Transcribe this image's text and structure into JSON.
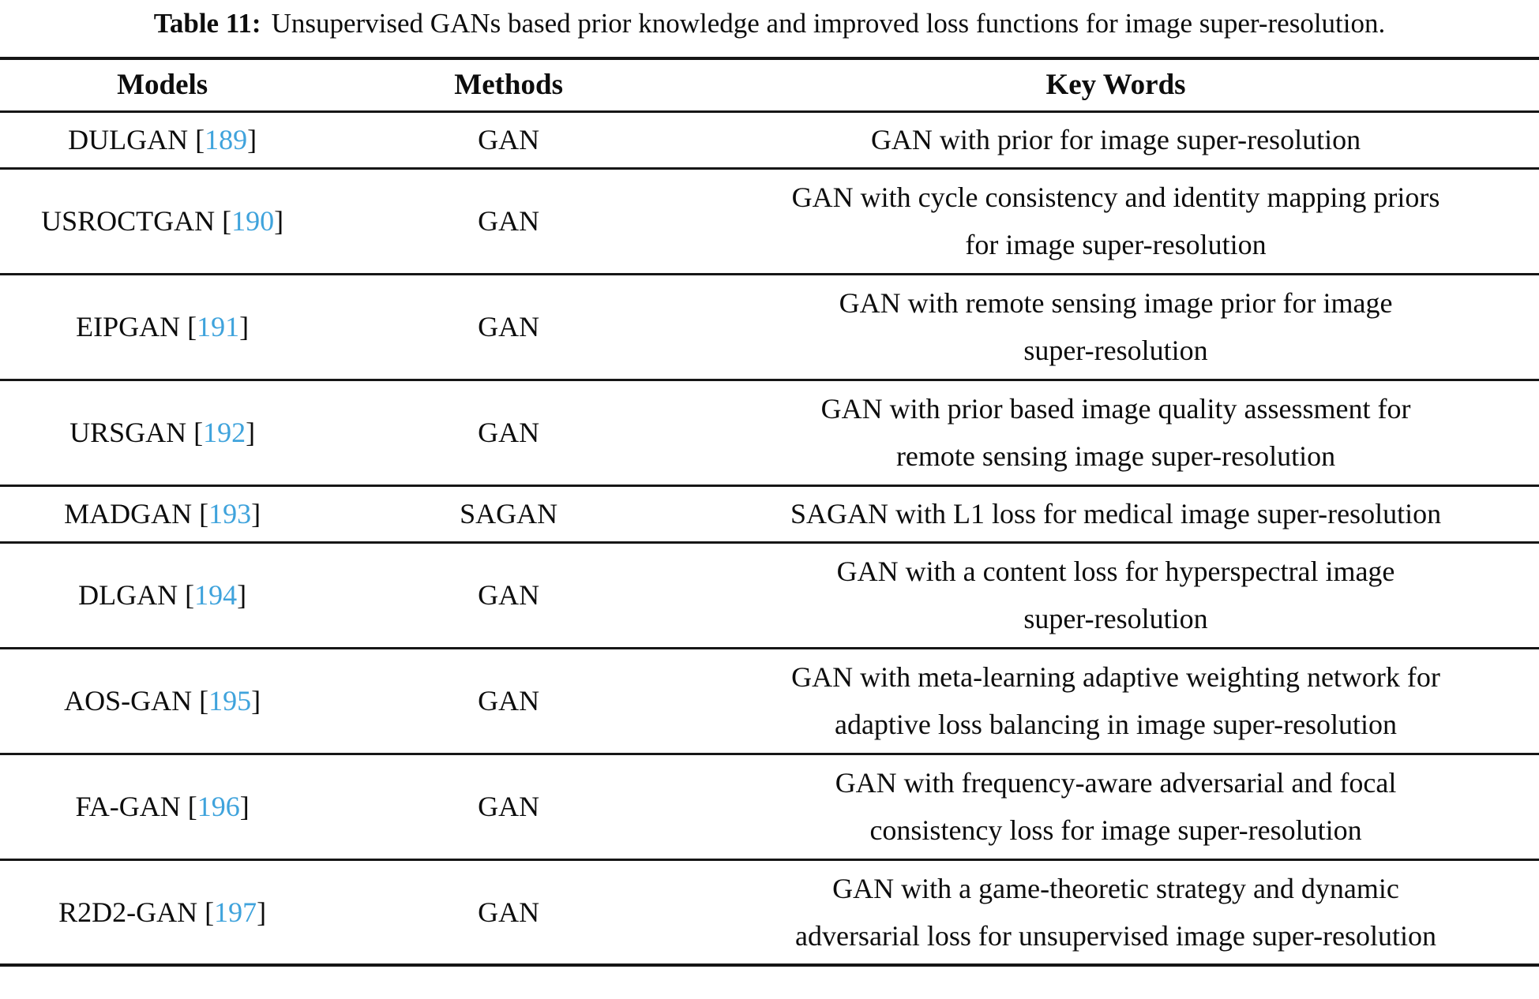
{
  "table": {
    "caption": {
      "label": "Table 11:",
      "text": "Unsupervised GANs based prior knowledge and improved loss functions for image super-resolution."
    },
    "columns": [
      "Models",
      "Methods",
      "Key Words"
    ],
    "citation_brackets": {
      "open": "[",
      "close": "]"
    },
    "rows": [
      {
        "model": "DULGAN",
        "ref": "189",
        "method": "GAN",
        "keywords_lines": [
          "GAN with prior for image super-resolution"
        ]
      },
      {
        "model": "USROCTGAN",
        "ref": "190",
        "method": "GAN",
        "keywords_lines": [
          "GAN with cycle consistency and identity mapping priors",
          "for image super-resolution"
        ]
      },
      {
        "model": "EIPGAN",
        "ref": "191",
        "method": "GAN",
        "keywords_lines": [
          "GAN with remote sensing image prior for image",
          "super-resolution"
        ]
      },
      {
        "model": "URSGAN",
        "ref": "192",
        "method": "GAN",
        "keywords_lines": [
          "GAN with prior based image quality assessment for",
          "remote sensing image super-resolution"
        ]
      },
      {
        "model": "MADGAN",
        "ref": "193",
        "method": "SAGAN",
        "keywords_lines": [
          "SAGAN with L1 loss for medical image super-resolution"
        ]
      },
      {
        "model": "DLGAN",
        "ref": "194",
        "method": "GAN",
        "keywords_lines": [
          "GAN with a content loss for hyperspectral image",
          "super-resolution"
        ]
      },
      {
        "model": "AOS-GAN",
        "ref": "195",
        "method": "GAN",
        "keywords_lines": [
          "GAN with meta-learning adaptive weighting network for",
          "adaptive loss balancing in image super-resolution"
        ]
      },
      {
        "model": "FA-GAN",
        "ref": "196",
        "method": "GAN",
        "keywords_lines": [
          "GAN with frequency-aware adversarial and focal",
          "consistency loss for image super-resolution"
        ]
      },
      {
        "model": "R2D2-GAN",
        "ref": "197",
        "method": "GAN",
        "keywords_lines": [
          "GAN with a game-theoretic strategy and dynamic",
          "adversarial loss for unsupervised image super-resolution"
        ]
      }
    ],
    "colors": {
      "citation": "#3FA3DC",
      "text": "#0d0d0d",
      "rule": "#161616",
      "background": "#ffffff"
    }
  }
}
